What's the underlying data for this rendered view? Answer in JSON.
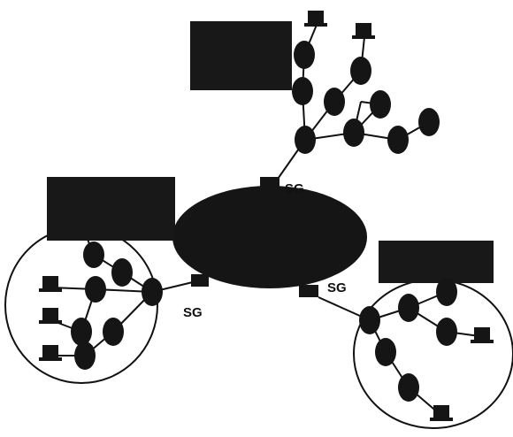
{
  "labels": {
    "gateway_top": "SG",
    "gateway_left": "SG",
    "gateway_right": "SG"
  },
  "colors": {
    "ink": "#111111",
    "background": "#ffffff"
  },
  "icons": [
    "terminal-icon"
  ]
}
